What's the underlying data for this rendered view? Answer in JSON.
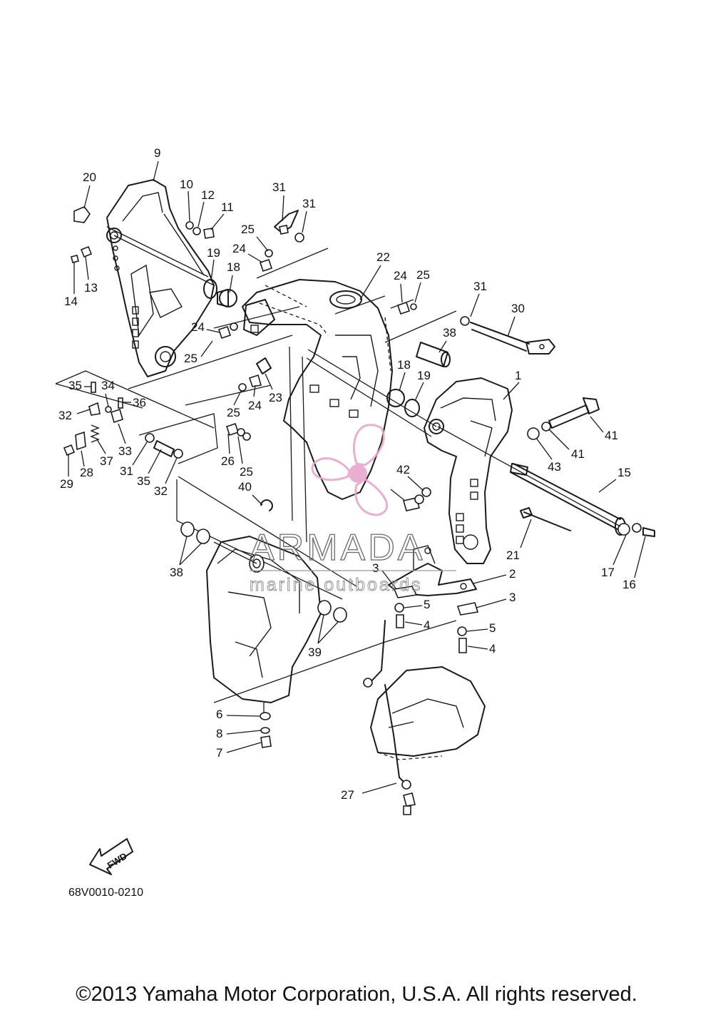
{
  "diagram": {
    "callouts": [
      "1",
      "2",
      "3",
      "3",
      "4",
      "4",
      "5",
      "5",
      "6",
      "7",
      "8",
      "9",
      "10",
      "11",
      "12",
      "13",
      "14",
      "15",
      "16",
      "17",
      "18",
      "18",
      "19",
      "19",
      "20",
      "21",
      "22",
      "23",
      "24",
      "24",
      "24",
      "24",
      "25",
      "25",
      "25",
      "25",
      "25",
      "26",
      "27",
      "28",
      "29",
      "30",
      "31",
      "31",
      "31",
      "31",
      "32",
      "32",
      "33",
      "34",
      "35",
      "35",
      "36",
      "37",
      "38",
      "38",
      "39",
      "40",
      "41",
      "41",
      "42",
      "43"
    ],
    "diagram_code": "68V0010-0210",
    "fwd_label": "FWD"
  },
  "watermark": {
    "brand": "ARMADA",
    "tagline": "marine outboards",
    "colors": {
      "accent": "#e8a7cc",
      "text": "#6a6a6a"
    }
  },
  "footer": {
    "copyright": "©2013 Yamaha Motor Corporation, U.S.A. All rights reserved."
  }
}
